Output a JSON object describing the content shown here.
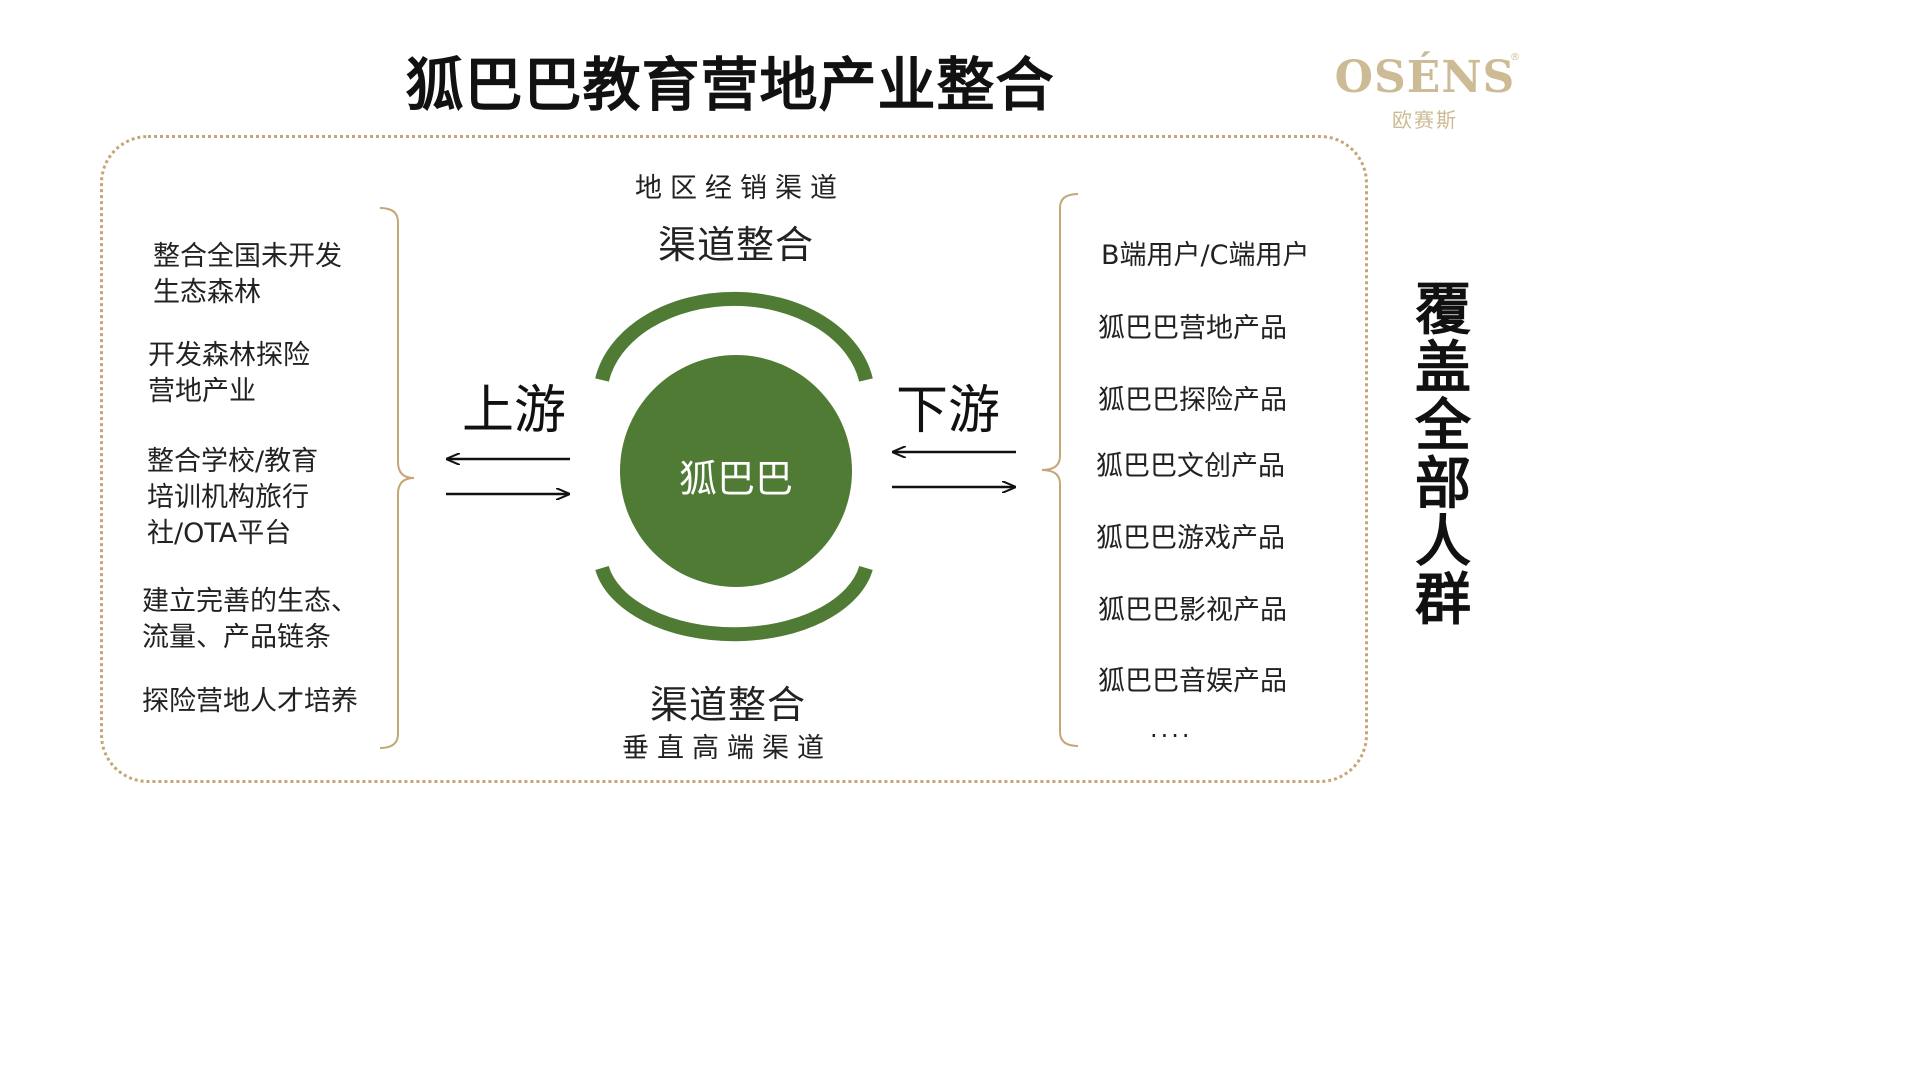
{
  "title": "狐巴巴教育营地产业整合",
  "logo": {
    "en": "OSÉNS",
    "reg": "®",
    "zh": "欧赛斯"
  },
  "center": {
    "label": "狐巴巴"
  },
  "top_channel": {
    "sub": "地区经销渠道",
    "main": "渠道整合"
  },
  "bottom_channel": {
    "main": "渠道整合",
    "sub": "垂直高端渠道"
  },
  "upstream": {
    "label": "上游"
  },
  "downstream": {
    "label": "下游"
  },
  "left_items": [
    {
      "line1": "整合全国未开发",
      "line2": "生态森林"
    },
    {
      "line1": "开发森林探险",
      "line2": "营地产业"
    },
    {
      "line1": "整合学校/教育",
      "line2": "培训机构旅行",
      "line3": "社/OTA平台"
    },
    {
      "line1": "建立完善的生态、",
      "line2": "流量、产品链条"
    },
    {
      "line1": "探险营地人才培养"
    }
  ],
  "right_items": [
    "B端用户/C端用户",
    "狐巴巴营地产品",
    "狐巴巴探险产品",
    "狐巴巴文创产品",
    "狐巴巴游戏产品",
    "狐巴巴影视产品",
    "狐巴巴音娱产品"
  ],
  "right_more": "....",
  "side_label": [
    "覆",
    "盖",
    "全",
    "部",
    "人",
    "群"
  ],
  "colors": {
    "green": "#507b35",
    "gold": "#c5a676",
    "logo": "#cdbb95",
    "text": "#1a1a1a"
  }
}
